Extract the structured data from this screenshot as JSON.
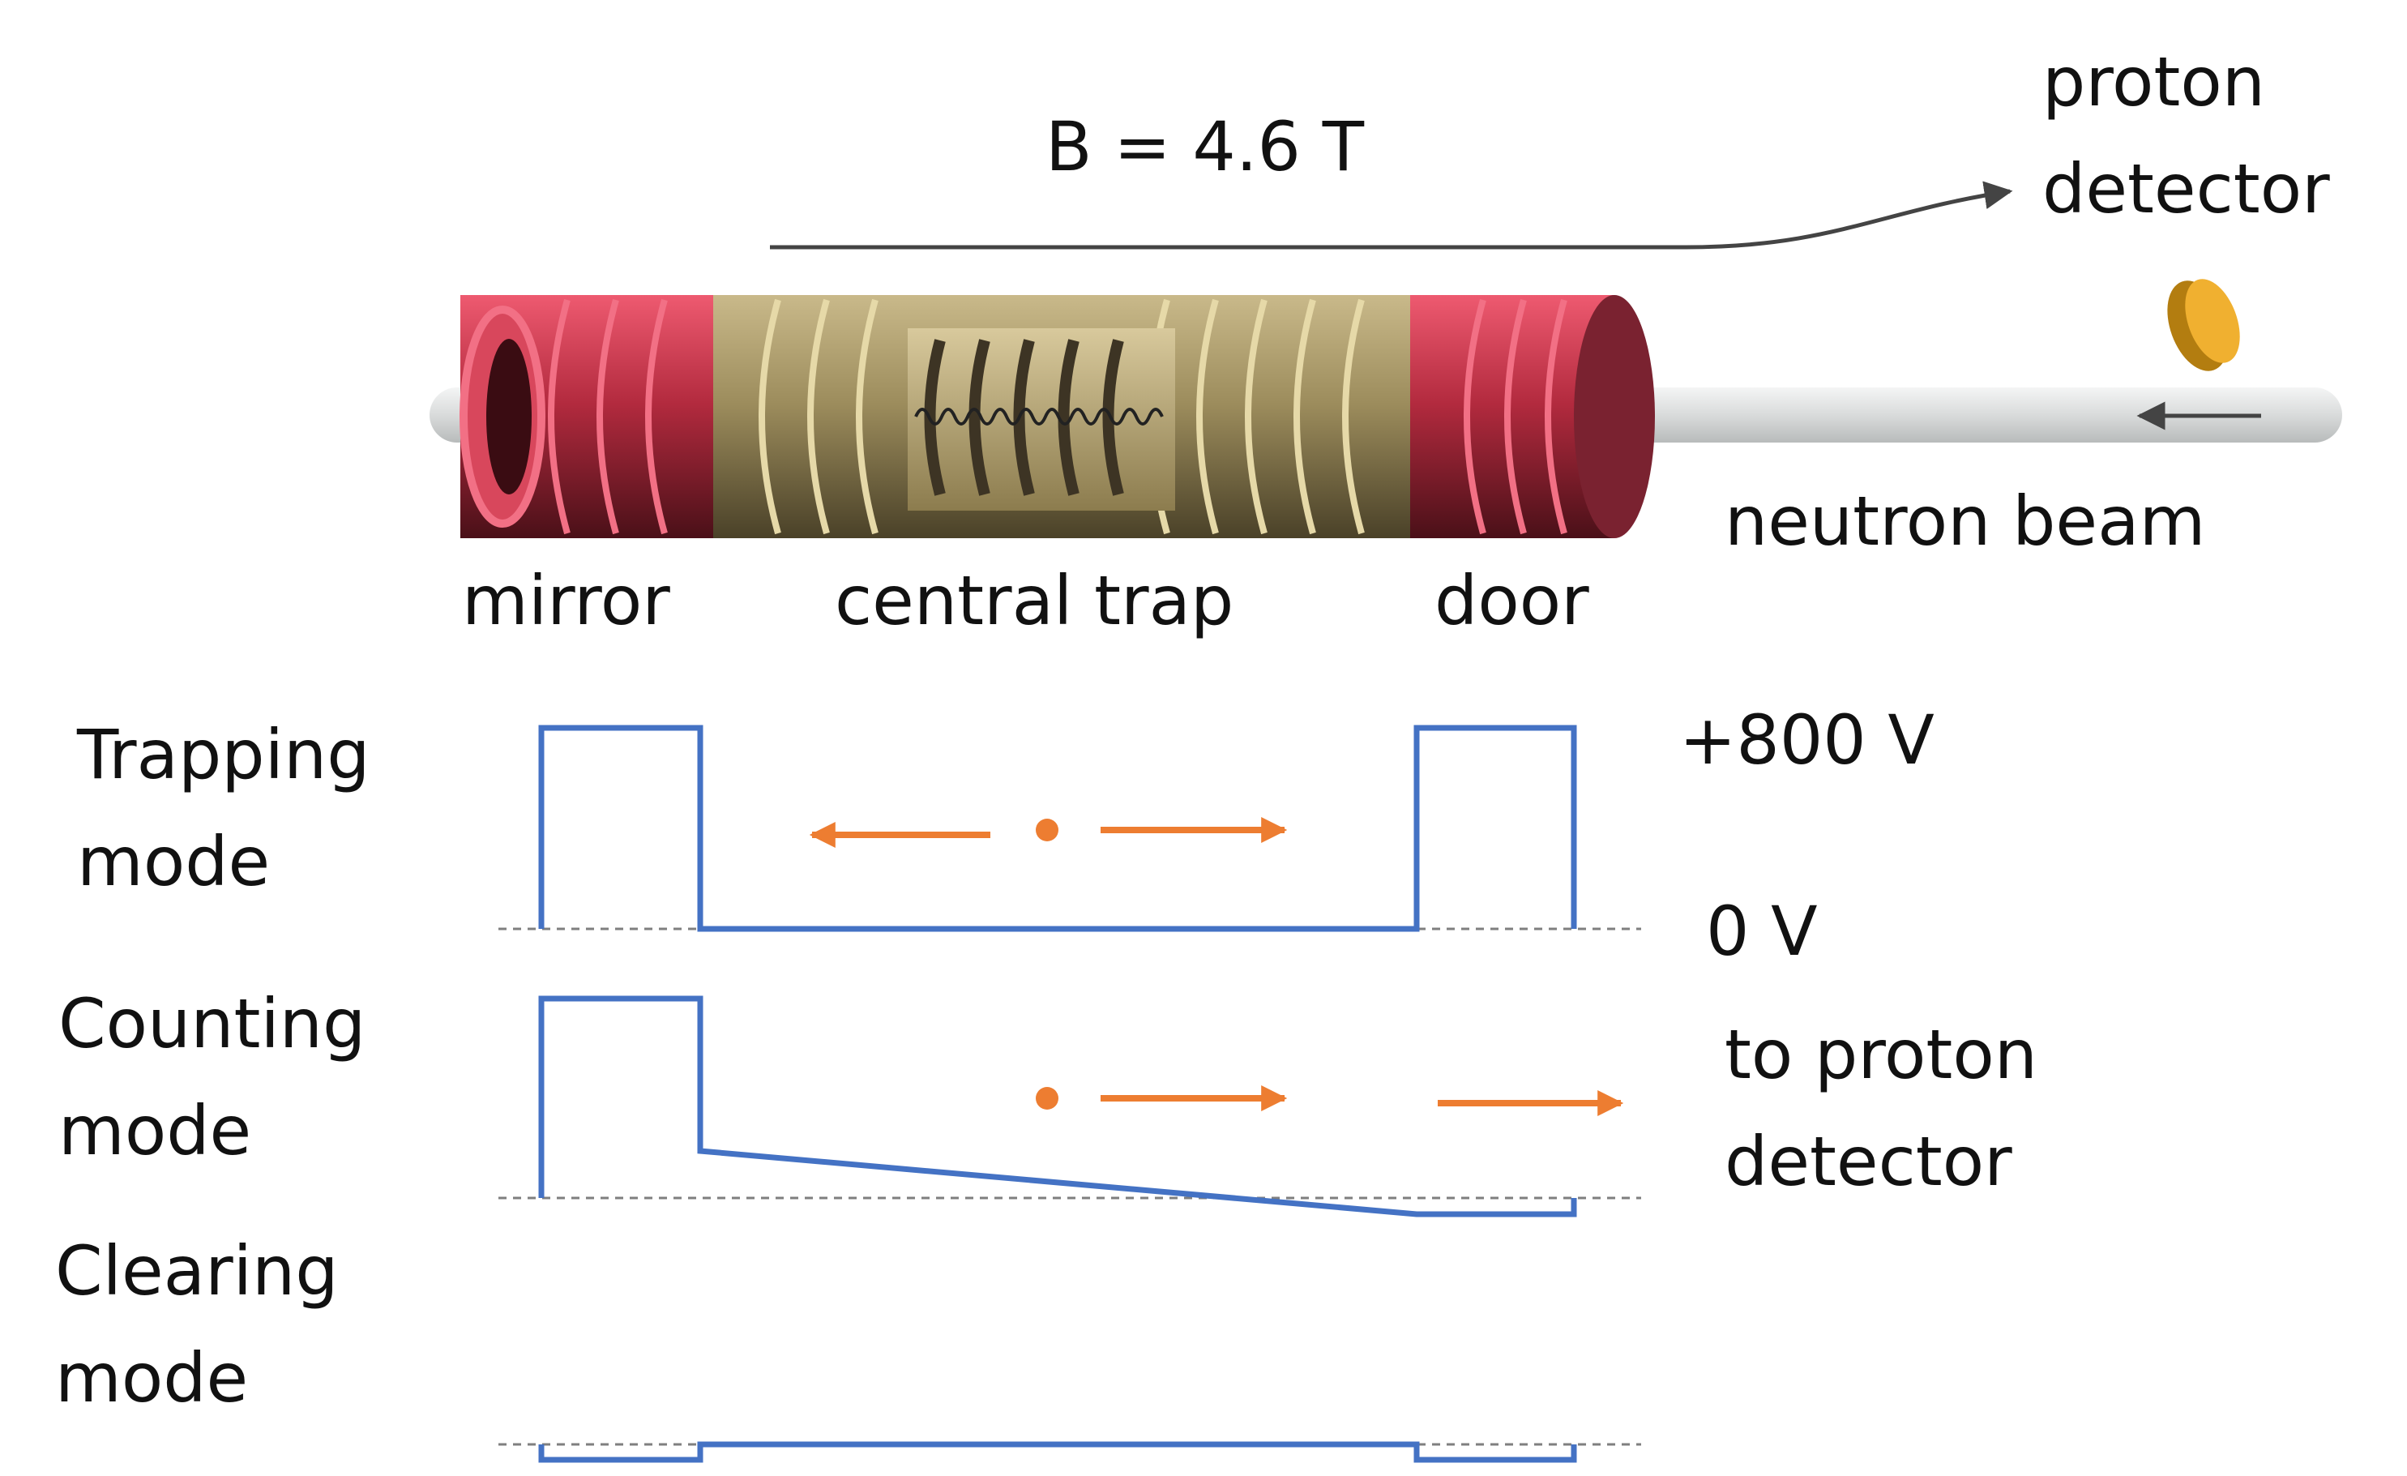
{
  "field_label": "B = 4.6 T",
  "proton_detector_label": [
    "proton",
    "detector"
  ],
  "neutron_beam_label": "neutron beam",
  "parts": {
    "mirror": "mirror",
    "central_trap": "central trap",
    "door": "door"
  },
  "modes": [
    {
      "label": [
        "Trapping",
        "mode"
      ]
    },
    {
      "label": [
        "Counting",
        "mode"
      ]
    },
    {
      "label": [
        "Clearing",
        "mode"
      ]
    }
  ],
  "voltage_high": "+800 V",
  "voltage_zero": "0 V",
  "counting_note": [
    "to proton",
    "detector"
  ],
  "colors": {
    "potential_line": "#4472c4",
    "proton_marker": "#ed7d31",
    "mirror_coil": "#c0394b",
    "central_coil": "#b8a978",
    "beam_pipe": "#e4e6e6",
    "detector": "#e0a020",
    "baseline": "#7f7f7f"
  }
}
